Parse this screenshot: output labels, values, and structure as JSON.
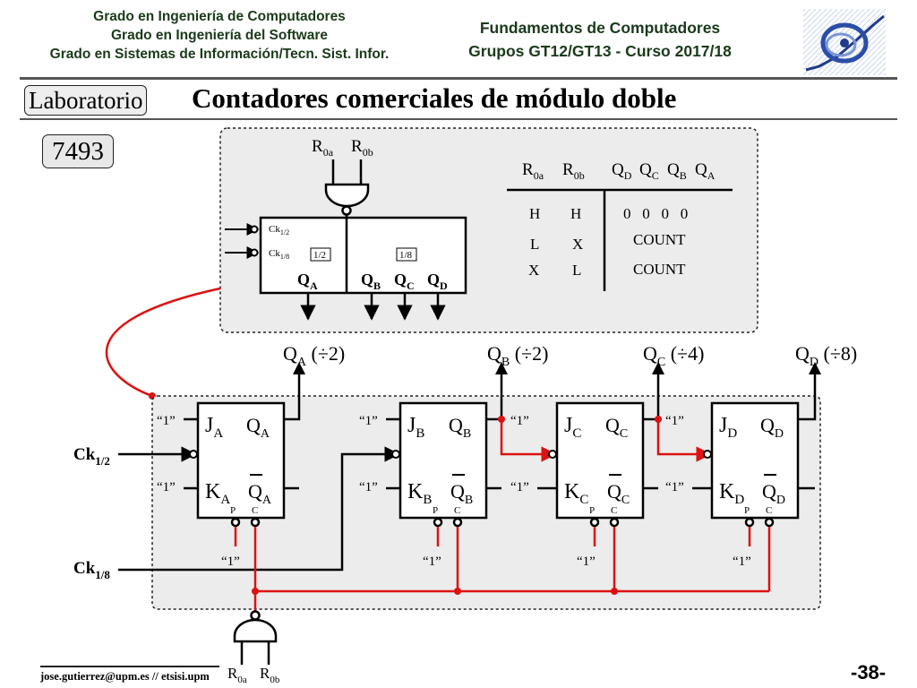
{
  "header": {
    "left_lines": [
      "Grado en Ingeniería de Computadores",
      "Grado en Ingeniería del Software",
      "Grado en Sistemas de Información/Tecn. Sist. Infor."
    ],
    "right_lines": [
      "Fundamentos de Computadores",
      "Grupos GT12/GT13 - Curso 2017/18"
    ]
  },
  "section_label": "Laboratorio",
  "title": "Contadores comerciales de módulo doble",
  "chip_name": "7493",
  "chip_symbol": {
    "reset_inputs": [
      "R0a",
      "R0b"
    ],
    "clock_inputs": [
      "Ck1/2",
      "Ck1/8"
    ],
    "dividers": [
      "1/2",
      "1/8"
    ],
    "outputs": [
      "QA",
      "QB",
      "QC",
      "QD"
    ]
  },
  "truth_table": {
    "headers": [
      "R0a",
      "R0b",
      "QD",
      "QC",
      "QB",
      "QA"
    ],
    "rows": [
      {
        "r0a": "H",
        "r0b": "H",
        "out": "0   0   0   0"
      },
      {
        "r0a": "L",
        "r0b": "X",
        "out": "COUNT"
      },
      {
        "r0a": "X",
        "r0b": "L",
        "out": "COUNT"
      }
    ]
  },
  "output_labels": [
    "QA (÷2)",
    "QB (÷2)",
    "QC (÷4)",
    "QD (÷8)"
  ],
  "flip_flops": [
    {
      "j": "JA",
      "k": "KA",
      "q": "QA",
      "qn": "QA"
    },
    {
      "j": "JB",
      "k": "KB",
      "q": "QB",
      "qn": "QB"
    },
    {
      "j": "JC",
      "k": "KC",
      "q": "QC",
      "qn": "QC"
    },
    {
      "j": "JD",
      "k": "KD",
      "q": "QD",
      "qn": "QD"
    }
  ],
  "one_label": "“1”",
  "preset_label": "P",
  "clear_label": "C",
  "clock_labels": [
    "Ck1/2",
    "Ck1/8"
  ],
  "bottom_gate_inputs": [
    "R0a",
    "R0b"
  ],
  "footer": {
    "email": "jose.gutierrez@upm.es // etsisi.upm",
    "page": "-38-"
  },
  "colors": {
    "wire": "#000000",
    "reset_wire": "#dd1111",
    "panel_bg": "#ececec",
    "header_text": "#1a3a1a"
  }
}
